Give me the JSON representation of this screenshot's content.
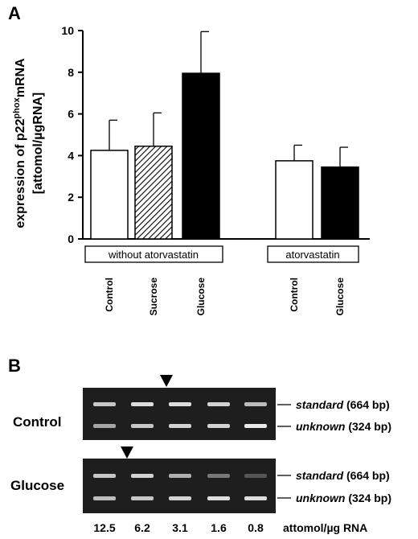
{
  "panel_a": "A",
  "panel_b": "B",
  "chart_data": {
    "type": "bar",
    "title": "",
    "ylabel_line1": "expression of p22",
    "ylabel_sup": "phox",
    "ylabel_line1b": "mRNA",
    "ylabel_line2": "[attomol/µgRNA]",
    "ylim": [
      0,
      10
    ],
    "yticks": [
      "0",
      "2",
      "4",
      "6",
      "8",
      "10"
    ],
    "categories": [
      "Control",
      "Sucrose",
      "Glucose",
      "Control",
      "Glucose"
    ],
    "values": [
      4.25,
      4.45,
      7.95,
      3.75,
      3.45
    ],
    "errors": [
      1.45,
      1.6,
      2.0,
      0.75,
      0.95
    ],
    "fills": [
      "white",
      "hatched",
      "black",
      "white",
      "black"
    ],
    "groups": [
      "without atorvastatin",
      "atorvastatin"
    ]
  },
  "gel": {
    "rows": [
      "Control",
      "Glucose"
    ],
    "band_top_label": "standard",
    "band_top_size": "(664 bp)",
    "band_bottom_label": "unknown",
    "band_bottom_size": "(324 bp)",
    "concentrations": [
      "12.5",
      "6.2",
      "3.1",
      "1.6",
      "0.8"
    ],
    "conc_unit": "attomol/µg RNA",
    "markers": [
      "3.1",
      "6.2"
    ]
  }
}
